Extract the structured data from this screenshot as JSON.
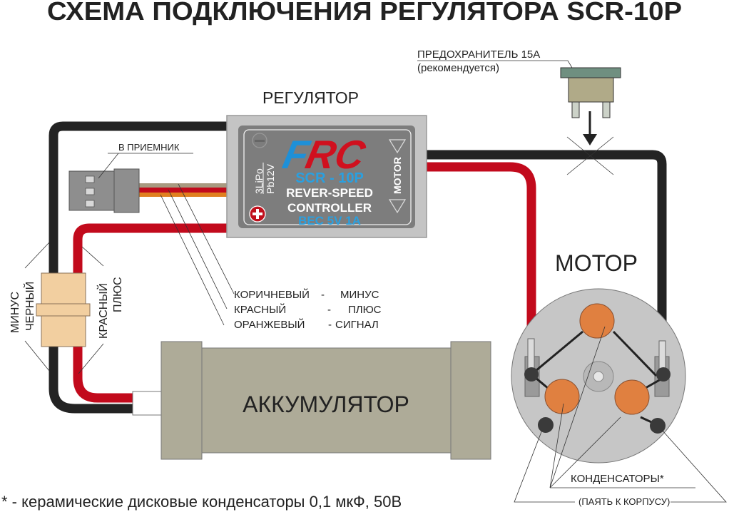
{
  "title": "СХЕМА ПОДКЛЮЧЕНИЯ РЕГУЛЯТОРА  SCR-10P",
  "regulator": {
    "label": "РЕГУЛЯТОР",
    "logo_left": "F",
    "logo_right": "RC",
    "model": "SCR - 10P",
    "line1": "REVER-SPEED",
    "line2": "CONTROLLER",
    "bec": "BEC 5V 1A",
    "battery_spec_1": "3LiPo",
    "battery_spec_2": "Pb12V",
    "motor_label": "MOTOR",
    "minus_symbol": "minus-icon",
    "plus_symbol": "plus-icon",
    "colors": {
      "logo_blue": "#1e90d8",
      "logo_red": "#d0101e",
      "text_blue": "#2aa0e0",
      "text_white": "#ffffff"
    }
  },
  "fuse": {
    "label": "ПРЕДОХРАНИТЕЛЬ 15А",
    "note": "(рекомендуется)"
  },
  "receiver": {
    "label": "В ПРИЕМНИК",
    "wires": [
      {
        "color_name": "КОРИЧНЕВЫЙ",
        "sep": "-",
        "meaning": "МИНУС",
        "hex": "#a89a80"
      },
      {
        "color_name": "КРАСНЫЙ",
        "sep": "-",
        "meaning": "ПЛЮС",
        "hex": "#c20a1c"
      },
      {
        "color_name": "ОРАНЖЕВЫЙ",
        "sep": "-",
        "meaning": "СИГНАЛ",
        "hex": "#e08020"
      }
    ]
  },
  "connector": {
    "minus_1": "МИНУС",
    "minus_2": "ЧЕРНЫЙ",
    "plus_1": "КРАСНЫЙ",
    "plus_2": "ПЛЮС"
  },
  "battery": {
    "label": "АККУМУЛЯТОР"
  },
  "motor": {
    "label": "МОТОР",
    "capacitors_label": "КОНДЕНСАТОРЫ*",
    "solder_note": "(ПАЯТЬ К КОРПУСУ)"
  },
  "footnote": "* - керамические дисковые конденсаторы 0,1 мкФ, 50В"
}
